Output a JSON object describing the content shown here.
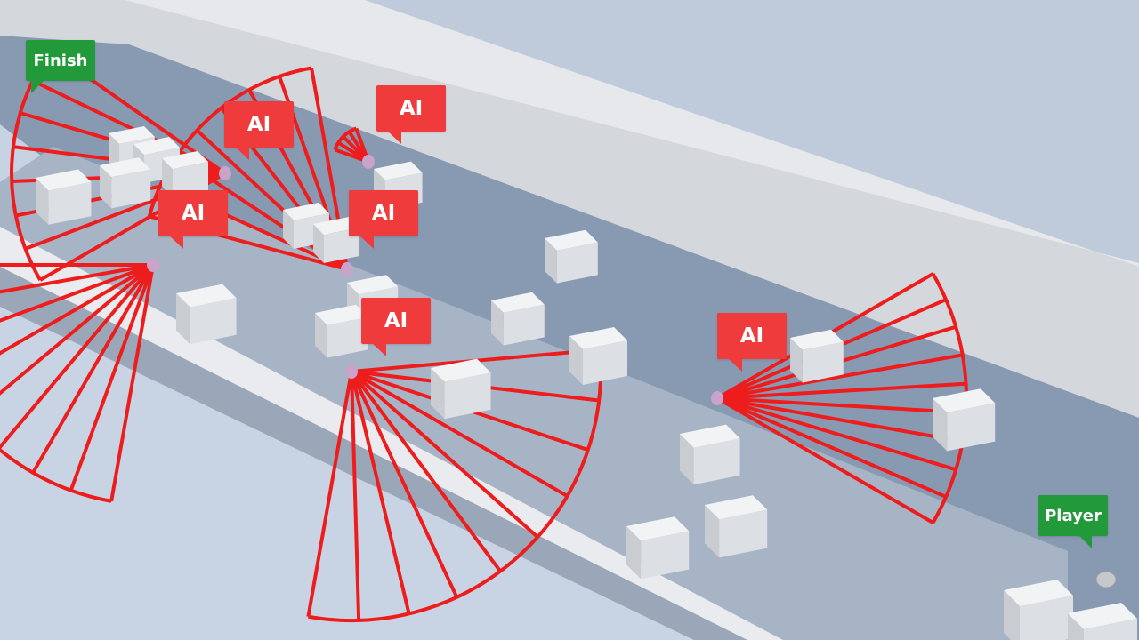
{
  "labels": {
    "finish": "Finish",
    "player": "Player",
    "ai": "AI"
  },
  "colors": {
    "ai_label": "#ef3b3b",
    "objective_label": "#239a3a",
    "vision_cone": "#ee1d1d",
    "floor": "#8a9cb4",
    "wall": "#d4d8dd",
    "ground": "#c9d6e4"
  },
  "ai_agents": [
    {
      "label": "AI",
      "facing": "left"
    },
    {
      "label": "AI",
      "facing": "left"
    },
    {
      "label": "AI",
      "facing": "left"
    },
    {
      "label": "AI",
      "facing": "left"
    },
    {
      "label": "AI",
      "facing": "right"
    },
    {
      "label": "AI",
      "facing": "right"
    }
  ],
  "icons": [
    "finish-marker-icon",
    "player-pawn-icon",
    "ai-pawn-icon",
    "crate-icon",
    "vision-cone-icon"
  ]
}
